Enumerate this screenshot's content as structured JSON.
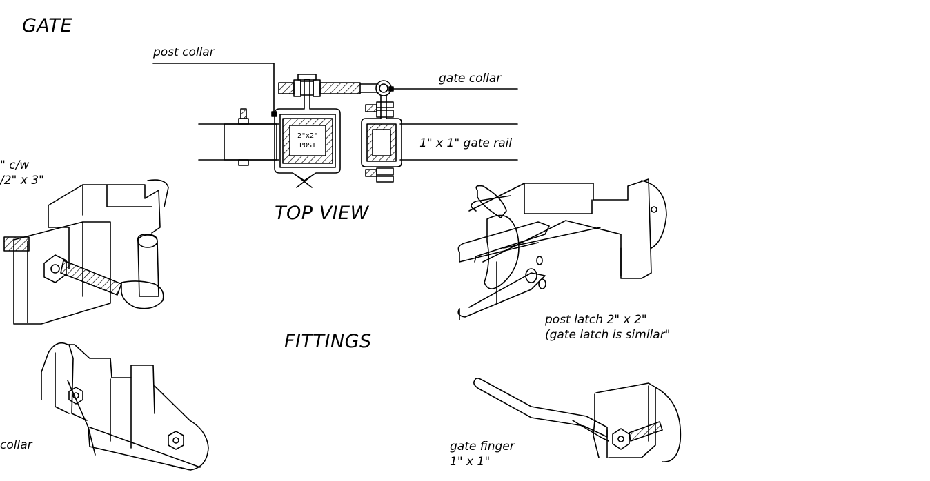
{
  "title": "GATE",
  "top_view": {
    "heading": "TOP VIEW",
    "post_collar": "post collar",
    "gate_collar": "gate collar",
    "gate_rail": "1\" x 1\" gate rail",
    "post_line1": "2\"x2\"",
    "post_line2": "POST"
  },
  "fittings": {
    "heading": "FITTINGS",
    "hinge_line1": "\" c/w",
    "hinge_line2": "/2\" x 3\"",
    "collar_label": "collar",
    "post_latch_line1": "post latch 2\" x 2\"",
    "post_latch_line2": "(gate latch is similar\"",
    "gate_finger_line1": "gate finger",
    "gate_finger_line2": "1\" x 1\""
  }
}
